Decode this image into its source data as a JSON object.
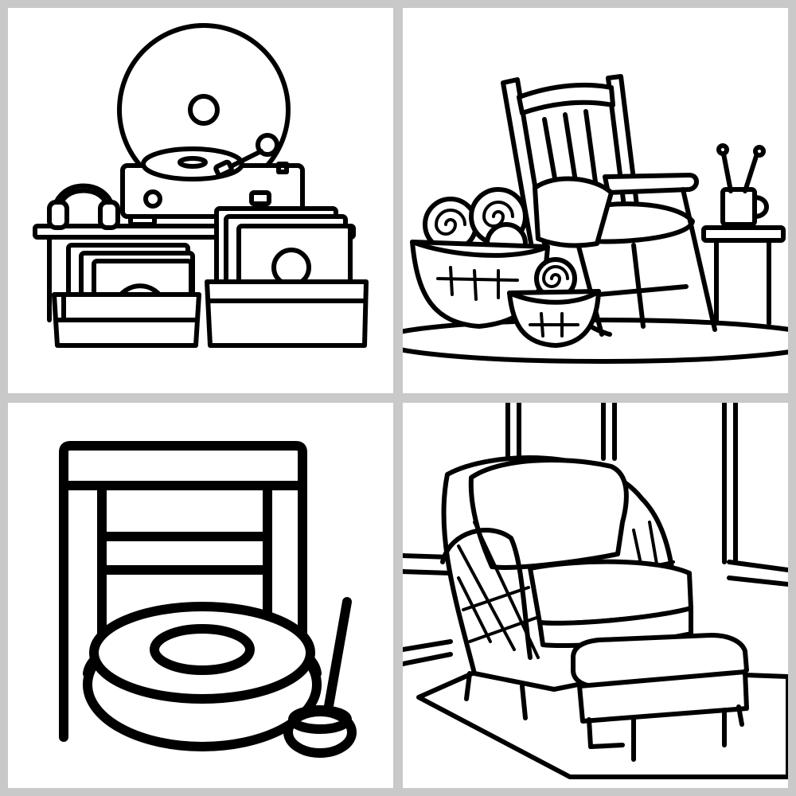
{
  "tiles": [
    {
      "id": "record-player-tile",
      "icons": [
        "turntable-icon",
        "headphones-icon",
        "vinyl-record-crate-icon"
      ]
    },
    {
      "id": "knitting-corner-tile",
      "icons": [
        "rocking-chair-icon",
        "yarn-basket-icon",
        "mug-icon"
      ]
    },
    {
      "id": "robot-vacuum-tile",
      "icons": [
        "robot-vacuum-icon",
        "chair-icon",
        "brush-cup-icon"
      ]
    },
    {
      "id": "wicker-chair-tile",
      "icons": [
        "wicker-armchair-icon",
        "ottoman-icon",
        "window-icon"
      ]
    }
  ],
  "colors": {
    "background": "#c9c9c9",
    "tile": "#ffffff",
    "line": "#000000"
  }
}
